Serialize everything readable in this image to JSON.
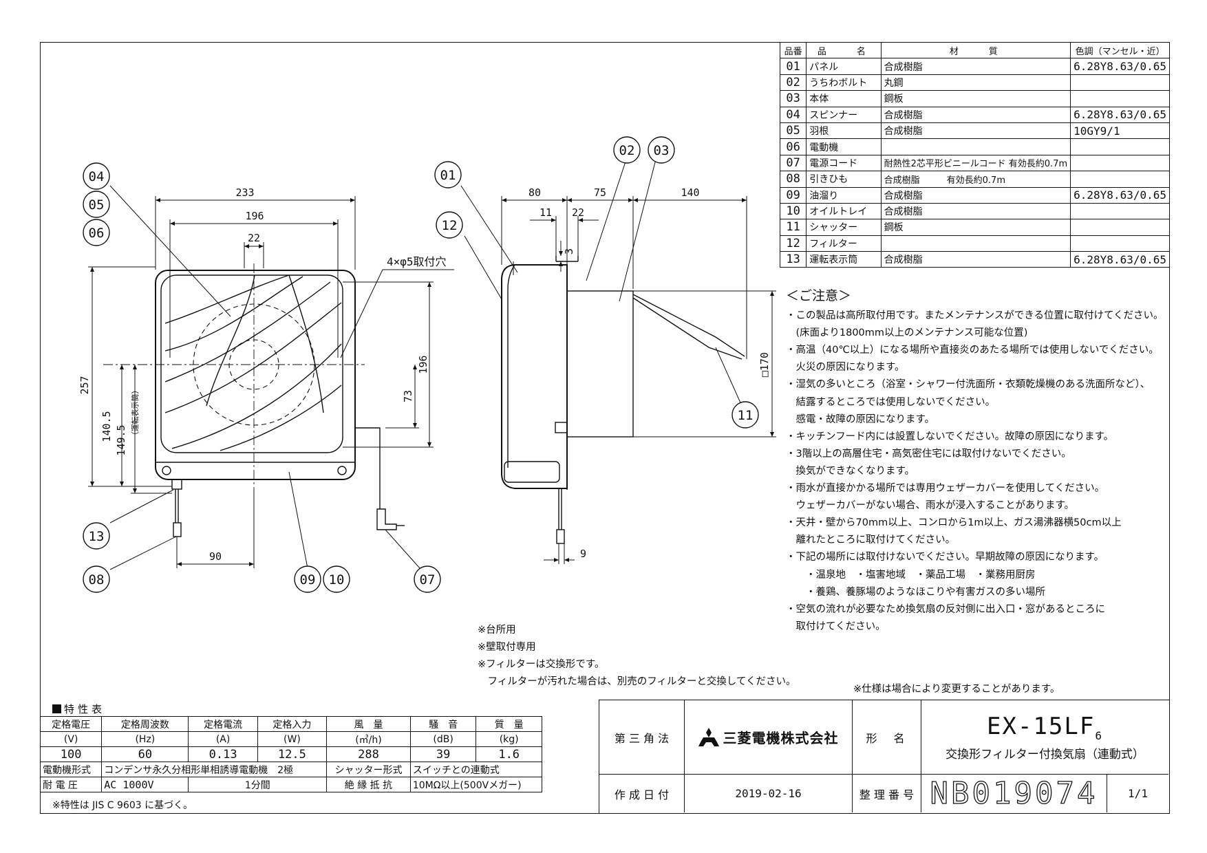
{
  "parts_table": {
    "headers": [
      "品番",
      "品　　名",
      "材　　質",
      "色調（マンセル・近）"
    ],
    "rows": [
      {
        "no": "01",
        "name": "パネル",
        "material": "合成樹脂",
        "color": "6.28Y8.63/0.65"
      },
      {
        "no": "02",
        "name": "うちわボルト",
        "material": "丸鋼",
        "color": ""
      },
      {
        "no": "03",
        "name": "本体",
        "material": "鋼板",
        "color": ""
      },
      {
        "no": "04",
        "name": "スピンナー",
        "material": "合成樹脂",
        "color": "6.28Y8.63/0.65"
      },
      {
        "no": "05",
        "name": "羽根",
        "material": "合成樹脂",
        "color": "10GY9/1"
      },
      {
        "no": "06",
        "name": "電動機",
        "material": "",
        "color": ""
      },
      {
        "no": "07",
        "name": "電源コード",
        "material": "耐熱性2芯平形ビニールコード 有効長約0.7m",
        "color": ""
      },
      {
        "no": "08",
        "name": "引きひも",
        "material": "合成樹脂　　　有効長約0.7m",
        "color": ""
      },
      {
        "no": "09",
        "name": "油溜り",
        "material": "合成樹脂",
        "color": "6.28Y8.63/0.65"
      },
      {
        "no": "10",
        "name": "オイルトレイ",
        "material": "合成樹脂",
        "color": ""
      },
      {
        "no": "11",
        "name": "シャッター",
        "material": "鋼板",
        "color": ""
      },
      {
        "no": "12",
        "name": "フィルター",
        "material": "",
        "color": ""
      },
      {
        "no": "13",
        "name": "運転表示筒",
        "material": "合成樹脂",
        "color": "6.28Y8.63/0.65"
      }
    ]
  },
  "notes": {
    "heading": "＜ご注意＞",
    "lines": [
      "・この製品は高所取付用です。またメンテナンスができる位置に取付けてください。",
      "　(床面より1800mm以上のメンテナンス可能な位置)",
      "・高温（40℃以上）になる場所や直接炎のあたる場所では使用しないでください。",
      "　火災の原因になります。",
      "・湿気の多いところ（浴室・シャワー付洗面所・衣類乾燥機のある洗面所など）、",
      "　結露するところでは使用しないでください。",
      "　感電・故障の原因になります。",
      "・キッチンフード内には設置しないでください。故障の原因になります。",
      "・3階以上の高層住宅・高気密住宅には取付けないでください。",
      "　換気ができなくなります。",
      "・雨水が直接かかる場所では専用ウェザーカバーを使用してください。",
      "　ウェザーカバーがない場合、雨水が浸入することがあります。",
      "・天井・壁から70mm以上、コンロから1m以上、ガス湯沸器横50cm以上",
      "　離れたところに取付けてください。",
      "・下記の場所には取付けないでください。早期故障の原因になります。",
      "　　・温泉地　・塩害地域　・薬品工場　・業務用厨房",
      "　　・養鶏、養豚場のようなほこりや有害ガスの多い場所",
      "・空気の流れが必要なため換気扇の反対側に出入口・窓があるところに",
      "　取付けてください。"
    ]
  },
  "misc_notes": [
    "※台所用",
    "※壁取付専用",
    "※フィルターは交換形です。",
    "　フィルターが汚れた場合は、別売のフィルターと交換してください。"
  ],
  "spec_change_note": "※仕様は場合により変更することがあります。",
  "spec": {
    "title": "特性表",
    "headers": [
      {
        "label": "定格電圧",
        "unit": "(V)"
      },
      {
        "label": "定格周波数",
        "unit": "(Hz)"
      },
      {
        "label": "定格電流",
        "unit": "(A)"
      },
      {
        "label": "定格入力",
        "unit": "(W)"
      },
      {
        "label": "風　量",
        "unit": "(㎥/h)"
      },
      {
        "label": "騒　音",
        "unit": "(dB)"
      },
      {
        "label": "質　量",
        "unit": "(kg)"
      }
    ],
    "values": [
      "100",
      "60",
      "0.13",
      "12.5",
      "288",
      "39",
      "1.6"
    ],
    "motor_label": "電動機形式",
    "motor_value": "コンデンサ永久分相形単相誘導電動機　2極",
    "shutter_label": "シャッター形式",
    "shutter_value": "スイッチとの連動式",
    "voltage_label": "耐 電 圧",
    "voltage_value": "AC 1000V",
    "voltage_time": "1分間",
    "insulation_label": "絶 縁 抵 抗",
    "insulation_value": "10MΩ以上(500Vメガー)",
    "footnote": "※特性は JIS C 9603 に基づく。"
  },
  "title_block": {
    "projection": "第 三 角 法",
    "company": "三菱電機株式会社",
    "model_label": "形　名",
    "model": "EX-15LF",
    "model_suffix": "6",
    "product_name": "交換形フィルター付換気扇（連動式）",
    "date_label": "作 成 日 付",
    "date": "2019-02-16",
    "doc_label": "整 理 番 号",
    "doc_number": "NB019074",
    "sheet": "1/1"
  },
  "drawing": {
    "front_dims": {
      "width_outer": "233",
      "width_inner": "196",
      "top_small": "22",
      "height_total": "257",
      "height_inner": "196",
      "h_1405": "140.5",
      "h_1495": "149.5",
      "h_note": "（運転表示筒）",
      "offset_73": "73",
      "cord_90": "90",
      "holes": "4×φ5取付穴"
    },
    "side_dims": {
      "d80": "80",
      "d75": "75",
      "d140": "140",
      "d11": "11",
      "d22": "22",
      "d3": "3",
      "d9": "9",
      "sq170": "□170"
    },
    "bubbles": [
      "01",
      "02",
      "03",
      "04",
      "05",
      "06",
      "07",
      "08",
      "09",
      "10",
      "11",
      "12",
      "13"
    ]
  }
}
